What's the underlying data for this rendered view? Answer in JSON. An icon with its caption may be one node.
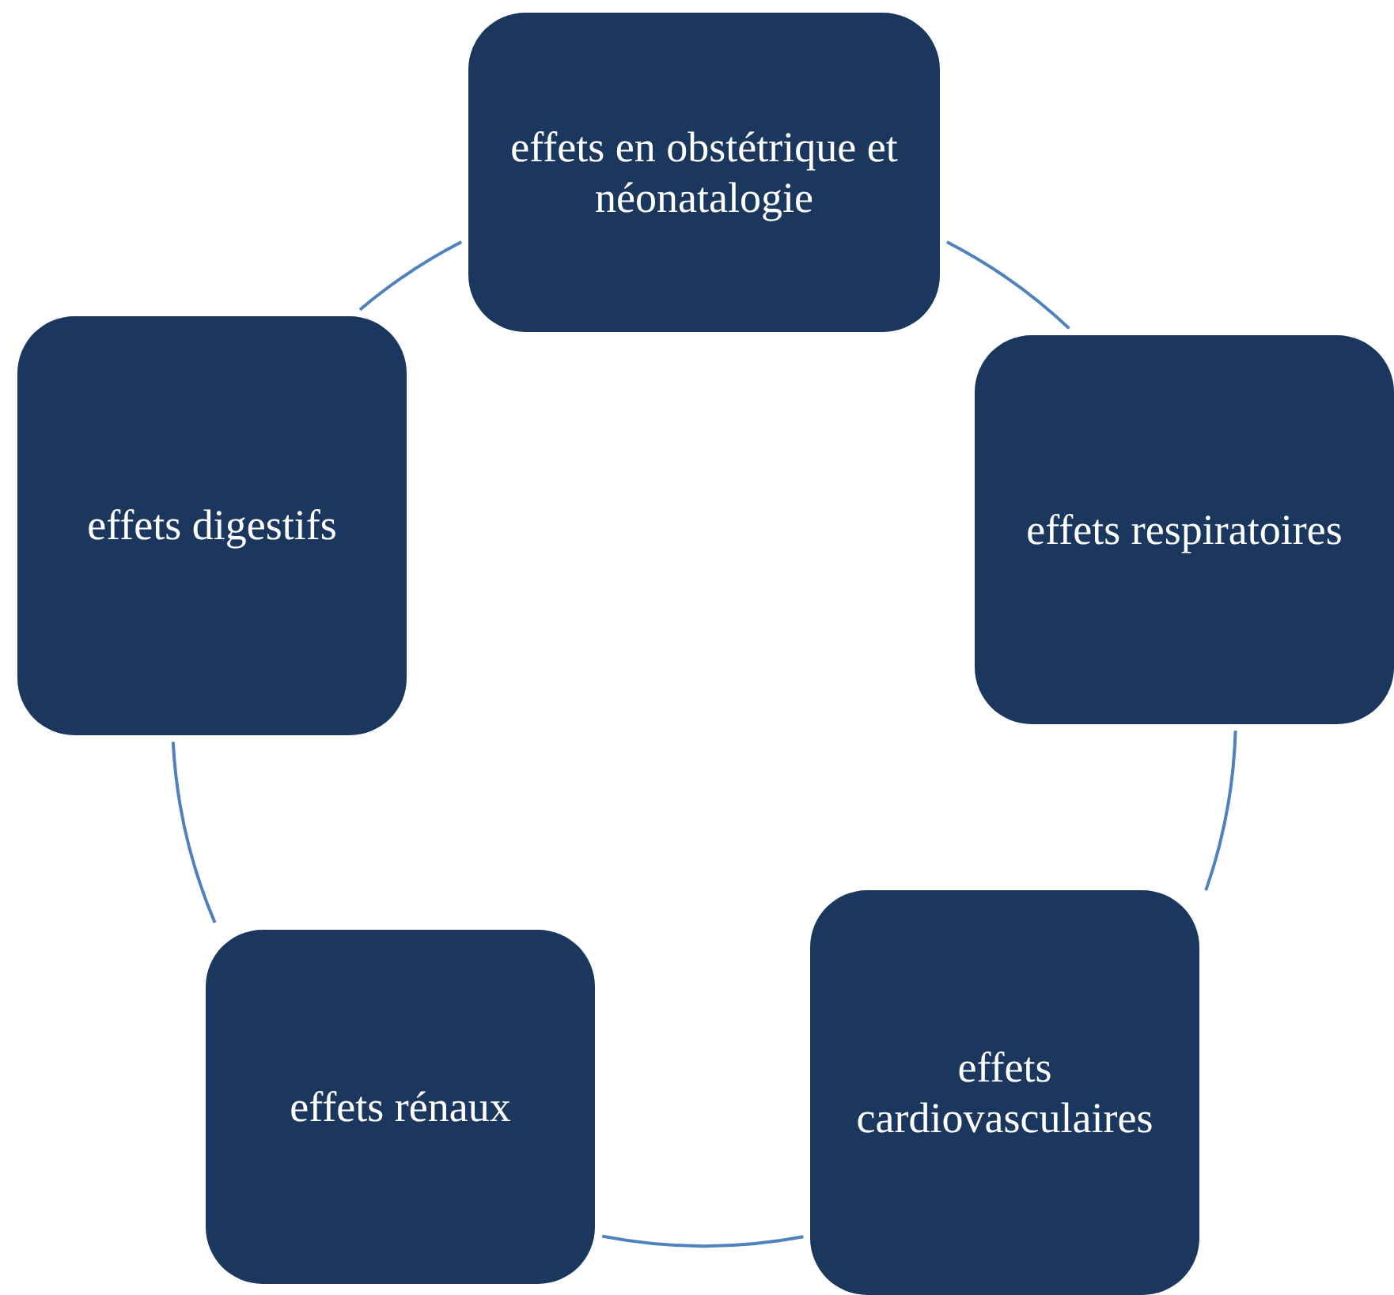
{
  "diagram": {
    "nodes": [
      {
        "text": [
          "effets en obstétrique et néonatalogie"
        ]
      },
      {
        "text": [
          "effets respiratoires"
        ]
      },
      {
        "text": [
          "effets cardiovasculaires"
        ]
      },
      {
        "text": [
          "effets rénaux"
        ]
      },
      {
        "text": [
          "effets digestifs"
        ]
      }
    ],
    "edges": [
      {
        "from": 0,
        "to": 1,
        "arrow": "none"
      },
      {
        "from": 1,
        "to": 2,
        "arrow": "none"
      },
      {
        "from": 2,
        "to": 3,
        "arrow": "none"
      },
      {
        "from": 3,
        "to": 4,
        "arrow": "none"
      },
      {
        "from": 4,
        "to": 0,
        "arrow": "none"
      }
    ]
  }
}
